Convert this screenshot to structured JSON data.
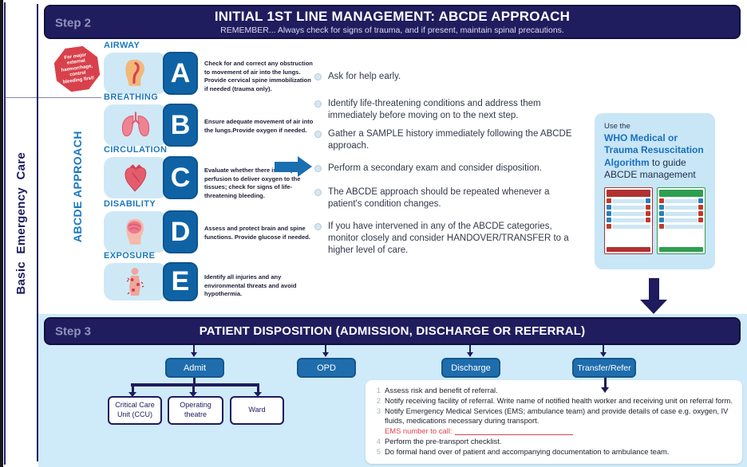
{
  "sidebar": {
    "title": "Basic Emergency Care"
  },
  "step2": {
    "label": "Step 2",
    "title": "INITIAL 1ST LINE MANAGEMENT: ABCDE APPROACH",
    "subtitle": "REMEMBER... Always check for signs of trauma, and if present, maintain spinal precautions."
  },
  "abcde": {
    "vertical_label": "ABCDE APPROACH",
    "stop_sign": "For major external haemorrhage, control bleeding first!",
    "items": [
      {
        "name": "AIRWAY",
        "letter": "A",
        "desc": "Check for and correct any obstruction to movement of air into the lungs. Provide cervical spine immobilization if needed (trauma only)."
      },
      {
        "name": "BREATHING",
        "letter": "B",
        "desc": "Ensure adequate movement of air into the lungs.Provide oxygen if needed."
      },
      {
        "name": "CIRCULATION",
        "letter": "C",
        "desc": "Evaluate whether there is adequate perfusion to deliver oxygen to the tissues; check for signs of life-threatening bleeding."
      },
      {
        "name": "DISABILITY",
        "letter": "D",
        "desc": "Assess and protect brain and spine functions. Provide glucose if needed."
      },
      {
        "name": "EXPOSURE",
        "letter": "E",
        "desc": "Identify all injuries and any environmental threats and avoid hypothermia."
      }
    ]
  },
  "tips": [
    "Ask for help early.",
    "Identify life-threatening conditions and address them immediately before moving on to the next step.",
    "Gather a SAMPLE history immediately following the ABCDE approach.",
    "Perform a secondary exam and consider disposition.",
    "The ABCDE approach should be repeated whenever a patient's condition changes.",
    "If you have intervened in any of the ABCDE categories, monitor closely and consider HANDOVER/TRANSFER to a higher level of care."
  ],
  "who_card": {
    "prefix": "Use the",
    "link_text": "WHO Medical or Trauma Resuscitation Algorithm",
    "suffix": " to guide ABCDE management"
  },
  "step3": {
    "label": "Step 3",
    "title": "PATIENT DISPOSITION (ADMISSION, DISCHARGE OR REFERRAL)",
    "options": [
      "Admit",
      "OPD",
      "Discharge",
      "Transfer/Refer"
    ],
    "admit_destinations": [
      "Critical Care Unit (CCU)",
      "Operating theatre",
      "Ward"
    ],
    "referral_steps": [
      {
        "num": "1",
        "text": "Assess risk and benefit of referral."
      },
      {
        "num": "2",
        "text": "Notify receiving facility of referral. Write name of notified health worker and receiving unit on referral form."
      },
      {
        "num": "3",
        "text": "Notify Emergency Medical Services (EMS; ambulance team) and provide details of case e.g. oxygen, IV fluids, medications necessary during transport."
      },
      {
        "num": "4",
        "text": "Perform the pre-transport checklist."
      },
      {
        "num": "5",
        "text": "Do formal hand over of patient and accompanying documentation to ambulance team."
      }
    ],
    "ems_note": "EMS number to call:"
  },
  "colors": {
    "navy": "#201d5f",
    "letter_blue": "#0f63a5",
    "label_blue": "#1b79c0",
    "light_blue_tile": "#cfe8f6",
    "who_card_blue": "#c8e6f6",
    "section_blue": "#cfeaf9",
    "button_blue": "#1f6dad",
    "stop_red": "#d8414b",
    "ems_red": "#e0444c",
    "thumb_trauma_red": "#b03231",
    "thumb_medical_green": "#2e9e4f"
  }
}
